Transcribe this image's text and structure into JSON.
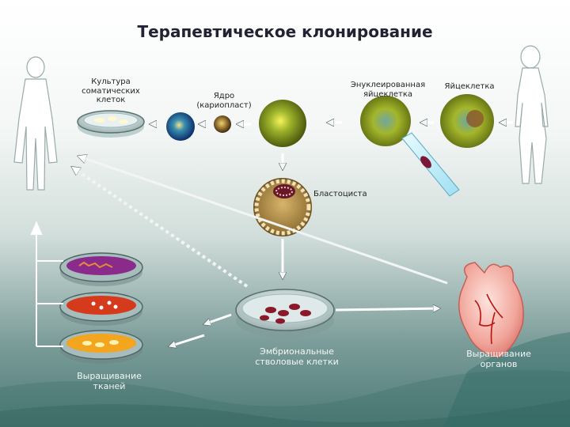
{
  "title": "Терапевтическое клонирование",
  "labels": {
    "somatic_culture": "Культура\nсоматических\nклеток",
    "nucleus": "Ядро\n(кариопласт)",
    "enucleated_egg": "Энуклеированная\nяйцеклетка",
    "egg": "Яйцеклетка",
    "blastocyst": "Бластоциста",
    "embryonic_stem_cells": "Эмбриональные\nстволовые клетки",
    "tissue_growing": "Выращивание\nтканей",
    "organ_growing": "Выращивание\nорганов"
  }
}
